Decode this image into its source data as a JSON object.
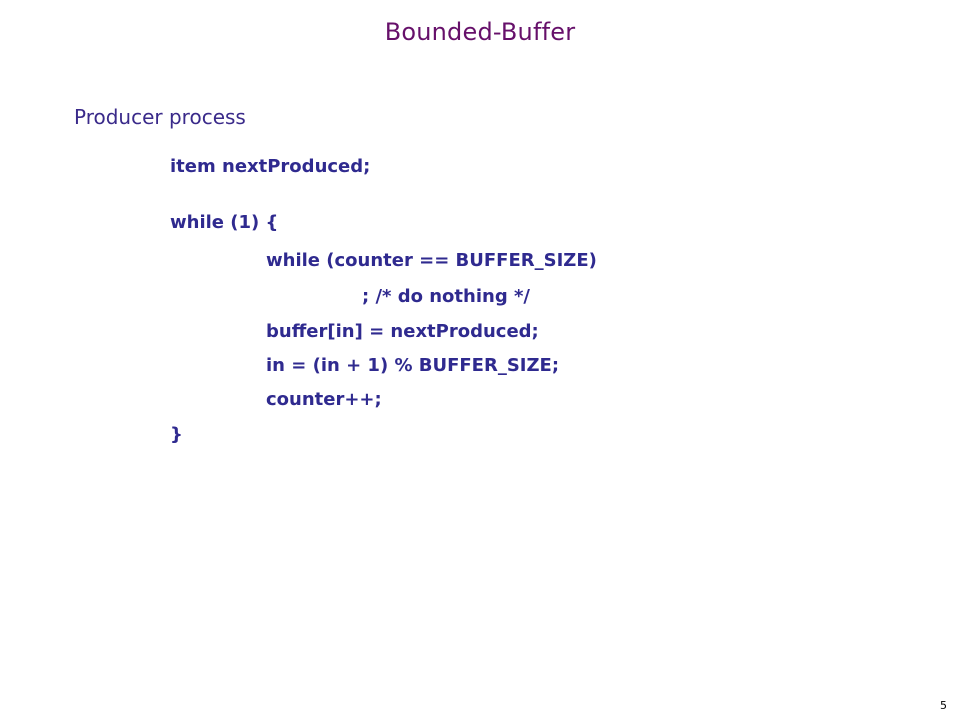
{
  "slide": {
    "title": "Bounded-Buffer",
    "section_heading": "Producer process",
    "page_number": "5"
  },
  "code": {
    "lines": [
      "item nextProduced;",
      "while (1) {",
      "while (counter == BUFFER_SIZE)",
      "; /* do nothing */",
      "buffer[in] = nextProduced;",
      "in = (in + 1) % BUFFER_SIZE;",
      "counter++;",
      "}"
    ]
  },
  "colors": {
    "title": "#66106a",
    "heading": "#3a2a8a",
    "code": "#2f2a8f",
    "background": "#ffffff"
  }
}
